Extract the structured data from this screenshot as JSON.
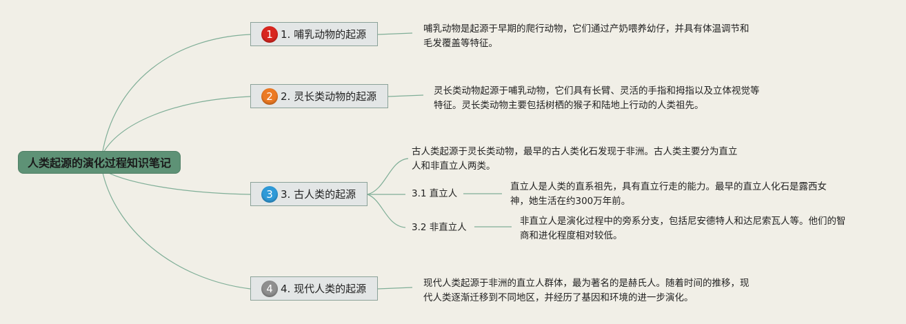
{
  "root": {
    "title": "人类起源的演化过程知识笔记"
  },
  "topics": [
    {
      "num": "1",
      "label": "1. 哺乳动物的起源",
      "desc": [
        "哺乳动物是起源于早期的爬行动物，它们通过产奶喂养幼仔，并具有体温调节和",
        "毛发覆盖等特征。"
      ]
    },
    {
      "num": "2",
      "label": "2. 灵长类动物的起源",
      "desc": [
        "灵长类动物起源于哺乳动物，它们具有长臂、灵活的手指和拇指以及立体视觉等",
        "特征。灵长类动物主要包括树栖的猴子和陆地上行动的人类祖先。"
      ]
    },
    {
      "num": "3",
      "label": "3. 古人类的起源",
      "desc": [
        "古人类起源于灵长类动物，最早的古人类化石发现于非洲。古人类主要分为直立",
        "人和非直立人两类。"
      ],
      "subs": [
        {
          "label": "3.1 直立人",
          "desc": [
            "直立人是人类的直系祖先，具有直立行走的能力。最早的直立人化石是露西女",
            "神，她生活在约300万年前。"
          ]
        },
        {
          "label": "3.2 非直立人",
          "desc": [
            "非直立人是演化过程中的旁系分支，包括尼安德特人和达尼索瓦人等。他们的智",
            "商和进化程度相对较低。"
          ]
        }
      ]
    },
    {
      "num": "4",
      "label": "4. 现代人类的起源",
      "desc": [
        "现代人类起源于非洲的直立人群体，最为著名的是赫氏人。随着时间的推移，现",
        "代人类逐渐迁移到不同地区，并经历了基因和环境的进一步演化。"
      ]
    }
  ]
}
